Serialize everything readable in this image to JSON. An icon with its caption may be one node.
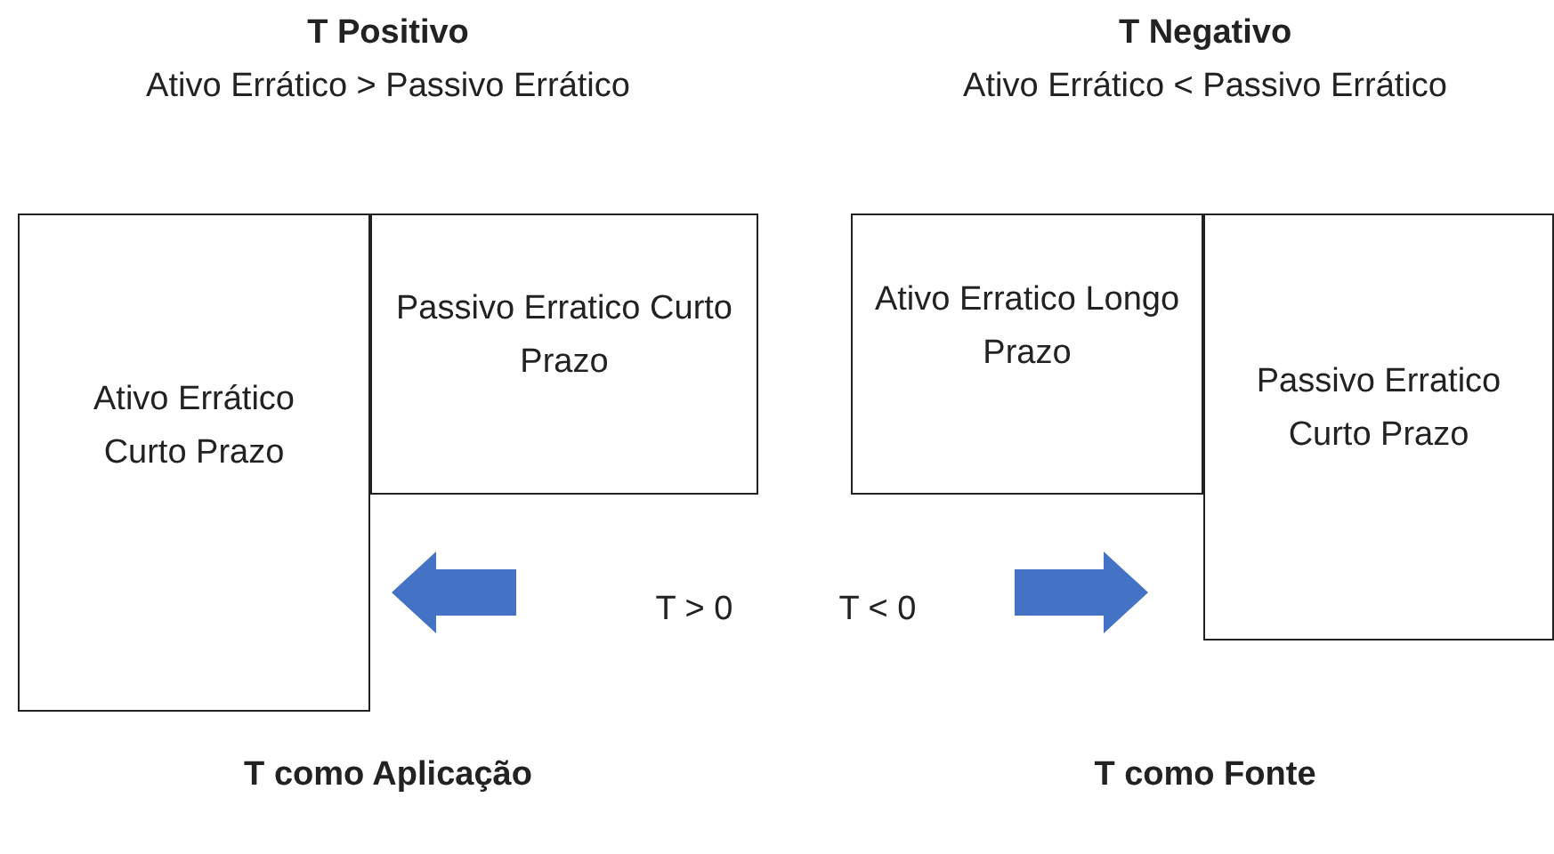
{
  "diagram": {
    "nodes": [
      {
        "text": [
          "Ativo Errático Curto Prazo"
        ]
      },
      {
        "text": [
          "Passivo Erratico Curto Prazo"
        ]
      },
      {
        "text": [
          "Ativo Erratico Longo Prazo"
        ]
      },
      {
        "text": [
          "Passivo Erratico Curto Prazo"
        ]
      }
    ],
    "labels": [
      "T Positivo",
      "Ativo Errático > Passivo Errático",
      "T Negativo",
      "Ativo Errático < Passivo Errático",
      "T > 0",
      "T < 0",
      "T como Aplicação",
      "T como Fonte"
    ]
  }
}
